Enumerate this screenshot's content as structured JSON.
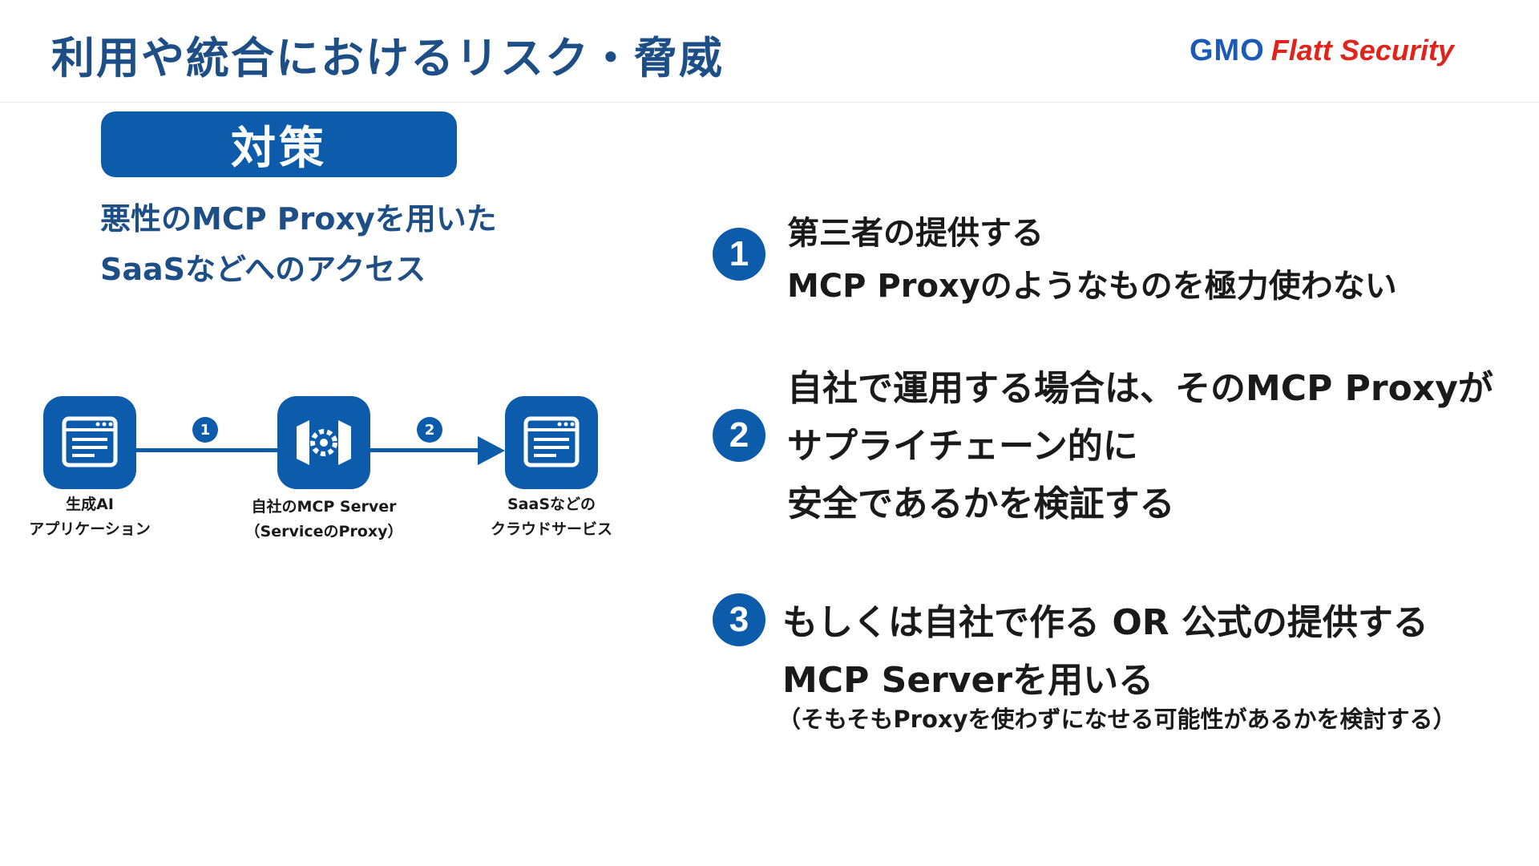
{
  "header": {
    "title": "利用や統合におけるリスク・脅威",
    "logo_gmo": "GMO",
    "logo_flatt": "Flatt Security"
  },
  "left": {
    "badge": "対策",
    "subtitle_lines": [
      "悪性のMCP Proxyを用いた",
      "SaaSなどへのアクセス"
    ]
  },
  "diagram": {
    "steps": [
      "1",
      "2"
    ],
    "nodes": [
      {
        "icon": "browser-window-icon",
        "label_lines": [
          "生成AI",
          "アプリケーション"
        ]
      },
      {
        "icon": "mcp-proxy-gear-icon",
        "label_lines": [
          "自社のMCP Server",
          "（ServiceのProxy）"
        ]
      },
      {
        "icon": "browser-window-icon",
        "label_lines": [
          "SaaSなどの",
          "クラウドサービス"
        ]
      }
    ],
    "color": "#0d5cab"
  },
  "measures": [
    {
      "number": "1",
      "lines": [
        "第三者の提供する",
        "MCP Proxyのようなものを極力使わない"
      ]
    },
    {
      "number": "2",
      "lines": [
        "自社で運用する場合は、そのMCP Proxyが",
        "サプライチェーン的に",
        "安全であるかを検証する"
      ]
    },
    {
      "number": "3",
      "lines": [
        "もしくは自社で作る OR 公式の提供する",
        "MCP Serverを用いる"
      ],
      "note": "（そもそもProxyを使わずになせる可能性があるかを検討する）"
    }
  ],
  "colors": {
    "accent": "#0d5cab",
    "title": "#1d4f86",
    "logo_red": "#e0241b"
  }
}
